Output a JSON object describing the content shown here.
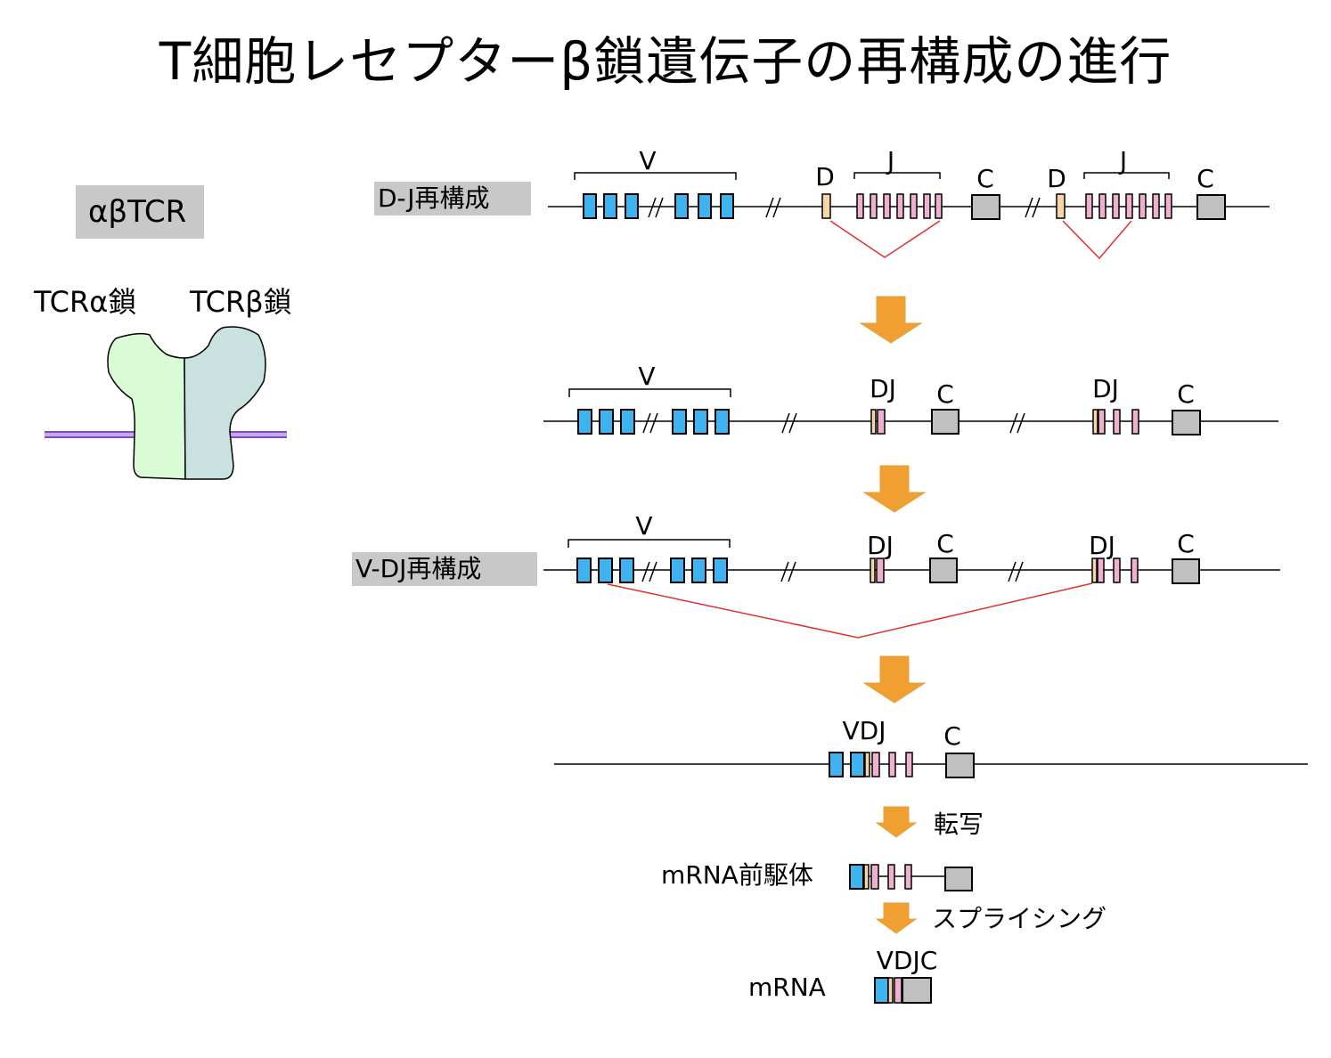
{
  "title": "T細胞レセプターβ鎖遺伝子の再構成の進行",
  "receptor": {
    "name": "αβTCR",
    "alpha_chain": "TCRα鎖",
    "beta_chain": "TCRβ鎖"
  },
  "stages": {
    "dj": "D-J再構成",
    "vdj": "V-DJ再構成"
  },
  "segments": {
    "v": "V",
    "d": "D",
    "j": "J",
    "c": "C",
    "dj": "DJ",
    "vdj": "VDJ",
    "vdjc": "VDJC"
  },
  "steps": {
    "transcription": "転写",
    "splicing": "スプライシング"
  },
  "products": {
    "pre_mrna": "mRNA前駆体",
    "mrna": "mRNA"
  },
  "colors": {
    "v_segment": "#3fb3f0",
    "d_segment": "#f5d6a8",
    "j_segment": "#f0b0d0",
    "c_segment": "#c0c0c0",
    "rearrangement_line": "#e03030",
    "arrow": "#f0a030",
    "alpha_chain": "#d9fcd6",
    "beta_chain": "#c9e2e0",
    "membrane": "#b080e0"
  }
}
